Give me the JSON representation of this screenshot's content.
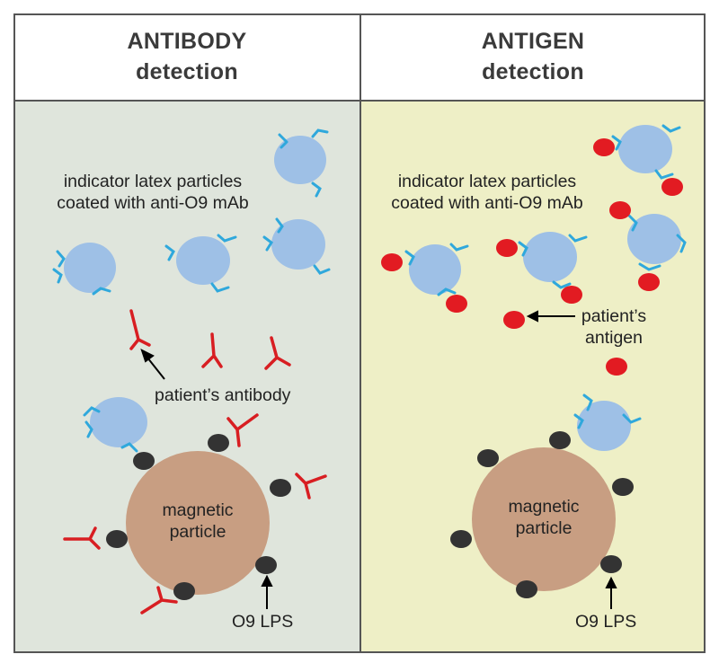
{
  "left_panel": {
    "heading_line1": "ANTIBODY",
    "heading_line2": "detection",
    "latex_label_line1": "indicator latex particles",
    "latex_label_line2": "coated with anti-O9 mAb",
    "antibody_label": "patient’s antibody",
    "magnetic_line1": "magnetic",
    "magnetic_line2": "particle",
    "lps_label": "O9 LPS"
  },
  "right_panel": {
    "heading_line1": "ANTIGEN",
    "heading_line2": "detection",
    "latex_label_line1": "indicator latex particles",
    "latex_label_line2": "coated with anti-O9 mAb",
    "antigen_label_line1": "patient’s",
    "antigen_label_line2": "antigen",
    "magnetic_line1": "magnetic",
    "magnetic_line2": "particle",
    "lps_label": "O9 LPS"
  },
  "colors": {
    "left_background": "#dfe5dc",
    "right_background": "#eeefc6",
    "latex_particle": "#9ec0e6",
    "mab_arms": "#2fa8dc",
    "patient_antibody": "#d81e22",
    "antigen": "#e21b22",
    "magnetic_particle": "#c89e82",
    "lps": "#333333"
  }
}
